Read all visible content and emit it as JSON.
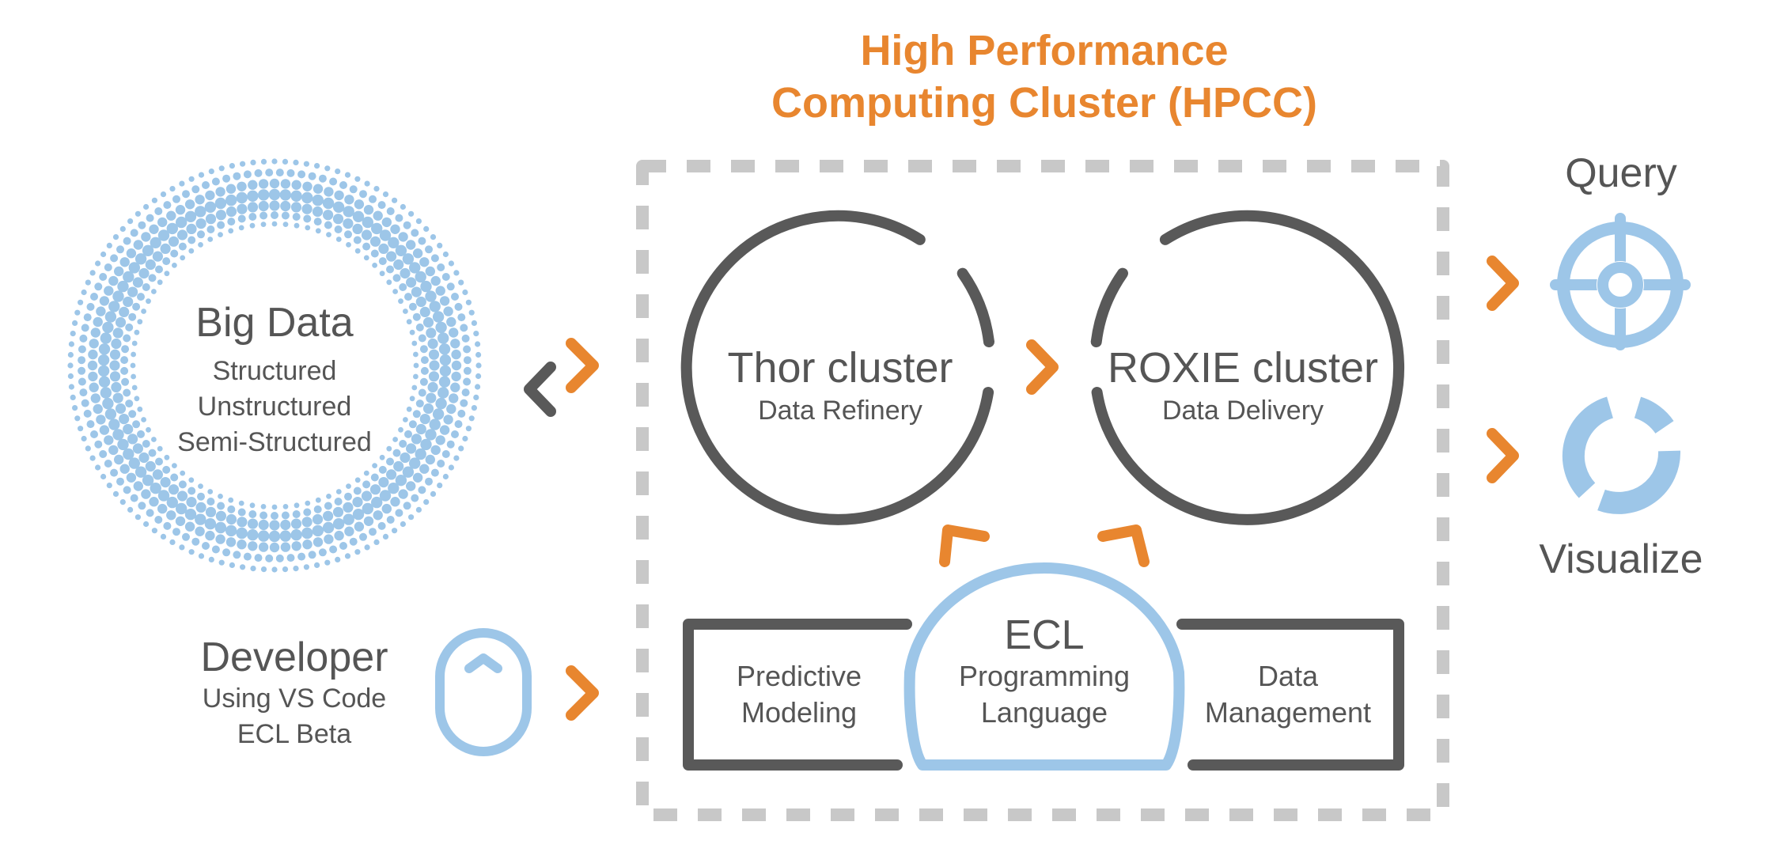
{
  "title": {
    "line1": "High Performance",
    "line2": "Computing Cluster (HPCC)"
  },
  "big_data": {
    "title": "Big Data",
    "items": [
      "Structured",
      "Unstructured",
      "Semi-Structured"
    ]
  },
  "developer": {
    "title": "Developer",
    "line1": "Using VS Code",
    "line2": "ECL Beta"
  },
  "thor": {
    "title": "Thor cluster",
    "subtitle": "Data Refinery"
  },
  "roxie": {
    "title": "ROXIE cluster",
    "subtitle": "Data Delivery"
  },
  "ecl": {
    "title": "ECL",
    "line1": "Programming",
    "line2": "Language"
  },
  "predictive": {
    "line1": "Predictive",
    "line2": "Modeling"
  },
  "data_mgmt": {
    "line1": "Data",
    "line2": "Management"
  },
  "outputs": {
    "query": "Query",
    "visualize": "Visualize"
  },
  "icons": {
    "big_data": "dotted-ring-icon",
    "developer": "mouse-icon",
    "query": "crosshair-target-icon",
    "visualize": "donut-chart-icon",
    "exchange": "bidirectional-chevron-icon"
  },
  "colors": {
    "orange": "#E8862F",
    "gray": "#595959",
    "light_blue": "#9DC6E8",
    "dash_gray": "#C8C8C8",
    "text_gray": "#555555"
  }
}
